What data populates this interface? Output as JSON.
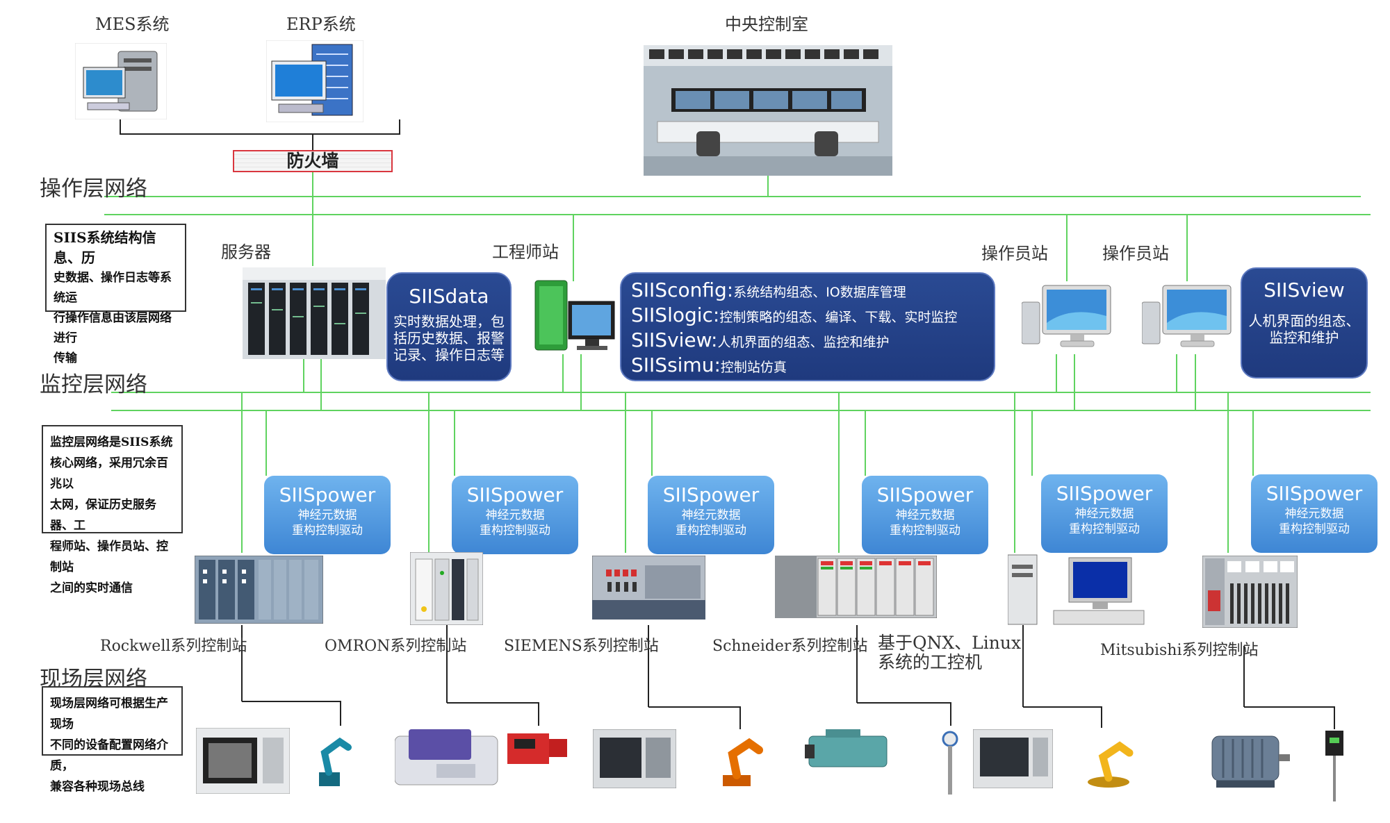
{
  "top": {
    "mes_label": "MES系统",
    "erp_label": "ERP系统",
    "central_label": "中央控制室",
    "firewall_label": "防火墙"
  },
  "layers": {
    "operation": "操作层网络",
    "monitor": "监控层网络",
    "field": "现场层网络"
  },
  "notes": {
    "operation": [
      "SIIS系统结构信息、历",
      "史数据、操作日志等系统运",
      "行操作信息由该层网络进行",
      "传输"
    ],
    "monitor": [
      "监控层网络是SIIS系统",
      "核心网络，采用冗余百兆以",
      "太网，保证历史服务器、工",
      "程师站、操作员站、控制站",
      "之间的实时通信"
    ],
    "field": [
      "现场层网络可根据生产现场",
      "不同的设备配置网络介质，",
      "兼容各种现场总线"
    ]
  },
  "stations": {
    "server": "服务器",
    "engineer": "工程师站",
    "operator1": "操作员站",
    "operator2": "操作员站"
  },
  "siisdata": {
    "title": "SIISdata",
    "desc": [
      "实时数据处理，包",
      "括历史数据、报警",
      "记录、操作日志等"
    ]
  },
  "config_box": [
    {
      "key": "SIISconfig:",
      "val": "系统结构组态、IO数据库管理"
    },
    {
      "key": "SIISlogic:",
      "val": "控制策略的组态、编译、下载、实时监控"
    },
    {
      "key": "SIISview:",
      "val": "人机界面的组态、监控和维护"
    },
    {
      "key": "SIISsimu:",
      "val": "控制站仿真"
    }
  ],
  "siisview": {
    "title": "SIISview",
    "desc": [
      "人机界面的组态、",
      "监控和维护"
    ]
  },
  "power": {
    "title": "SIISpower",
    "desc1": "神经元数据",
    "desc2": "重构控制驱动"
  },
  "controllers": {
    "rockwell": "Rockwell系列控制站",
    "omron": "OMRON系列控制站",
    "siemens": "SIEMENS系列控制站",
    "schneider": "Schneider系列控制站",
    "ipc_line1": "基于QNX、Linux",
    "ipc_line2": "系统的工控机",
    "mitsubishi": "Mitsubishi系列控制站"
  },
  "colors": {
    "network_line": "#5fd35f",
    "box_blue": "#1f3a7e",
    "power_blue": "#4a90da",
    "firewall_border": "#d9363e"
  }
}
